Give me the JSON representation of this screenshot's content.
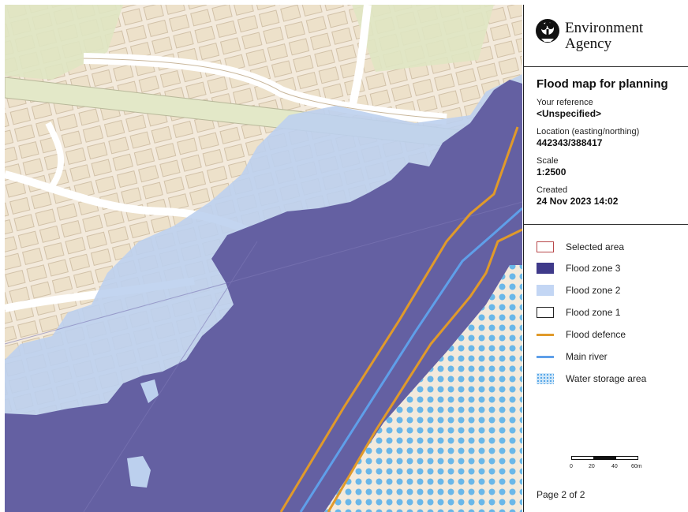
{
  "colors": {
    "background": "#f3eadc",
    "building": "#e9dcc4",
    "green": "#dfe5c2",
    "road": "#ffffff",
    "flood_zone_3": "#5c579c",
    "flood_zone_2": "#bcd0ee",
    "flood_defence": "#e09a2a",
    "main_river": "#5f9fe9",
    "water_storage": "#69b7e9",
    "selected_area": "#b8484a"
  },
  "header": {
    "brand_line1": "Environment",
    "brand_line2": "Agency",
    "logo_icon": "environment-agency-tree-logo"
  },
  "info": {
    "title": "Flood map for planning",
    "reference_label": "Your reference",
    "reference_value": "<Unspecified>",
    "location_label": "Location (easting/northing)",
    "location_value": "442343/388417",
    "scale_label": "Scale",
    "scale_value": "1:2500",
    "created_label": "Created",
    "created_value": "24 Nov 2023 14:02"
  },
  "legend": [
    {
      "key": "selected",
      "label": "Selected area"
    },
    {
      "key": "fz3",
      "label": "Flood zone 3"
    },
    {
      "key": "fz2",
      "label": "Flood zone 2"
    },
    {
      "key": "fz1",
      "label": "Flood zone 1"
    },
    {
      "key": "defence",
      "label": "Flood defence"
    },
    {
      "key": "river",
      "label": "Main river"
    },
    {
      "key": "storage",
      "label": "Water storage area"
    }
  ],
  "scalebar": {
    "ticks": [
      "0",
      "20",
      "40",
      "60m"
    ]
  },
  "footer": {
    "page": "Page 2 of 2"
  }
}
